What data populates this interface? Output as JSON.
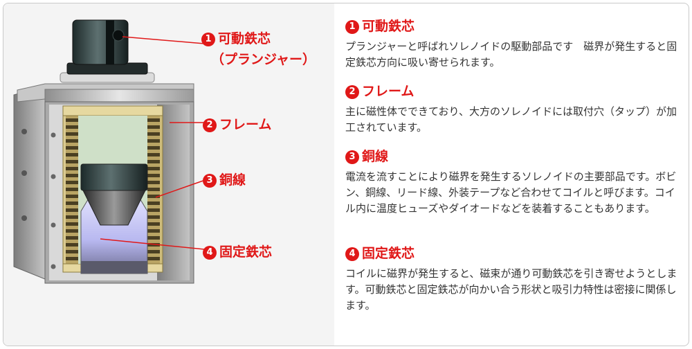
{
  "colors": {
    "accent": "#e01818",
    "text": "#333333"
  },
  "callouts": {
    "c1": {
      "num": "1",
      "label": "可動鉄芯",
      "sub": "（プランジャー）"
    },
    "c2": {
      "num": "2",
      "label": "フレーム"
    },
    "c3": {
      "num": "3",
      "label": "銅線"
    },
    "c4": {
      "num": "4",
      "label": "固定鉄芯"
    }
  },
  "sections": [
    {
      "num": "1",
      "title": "可動鉄芯",
      "body": "プランジャーと呼ばれソレノイドの駆動部品です　磁界が発生すると固定鉄芯方向に吸い寄せられます。"
    },
    {
      "num": "2",
      "title": "フレーム",
      "body": "主に磁性体でできており、大方のソレノイドには取付穴（タップ）が加工されています。"
    },
    {
      "num": "3",
      "title": "銅線",
      "body": "電流を流すことにより磁界を発生するソレノイドの主要部品です。ボビン、銅線、リード線、外装テープなど合わせてコイルと呼びます。コイル内に温度ヒューズやダイオードなどを装着することもあります。"
    },
    {
      "num": "4",
      "title": "固定鉄芯",
      "body": "コイルに磁界が発生すると、磁束が通り可動鉄芯を引き寄せようとします。可動鉄芯と固定鉄芯が向かい合う形状と吸引力特性は密接に関係します。"
    }
  ]
}
